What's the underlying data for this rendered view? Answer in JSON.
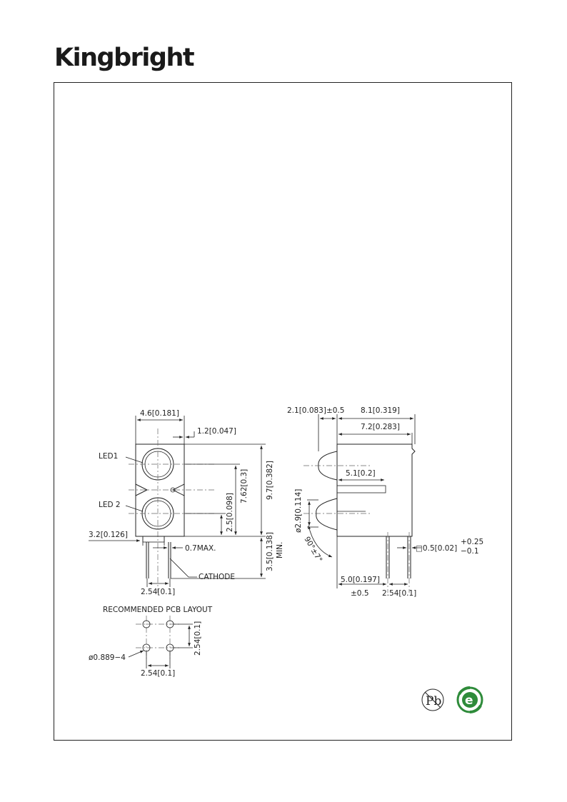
{
  "brand": "Kingbright",
  "front_view": {
    "led1_label": "LED1",
    "led2_label": "LED 2",
    "dims": {
      "width": "4.6[0.181]",
      "offset": "1.2[0.047]",
      "height": "9.7[0.382]",
      "led1_center": "7.62[0.3]",
      "led2_center": "2.5[0.098]",
      "lead_width": "3.2[0.126]",
      "lead_max": "0.7MAX.",
      "lead_length": "3.5[0.138]",
      "lead_length_note": "MIN.",
      "cathode": "CATHODE",
      "pitch": "2.54[0.1]"
    }
  },
  "side_view": {
    "dims": {
      "dome_offset": "2.1[0.083]±0.5",
      "total_length": "8.1[0.319]",
      "body_length": "7.2[0.283]",
      "lens_depth": "5.1[0.2]",
      "lens_dia": "ø2.9[0.114]",
      "angle": "90°±7°",
      "lead_square": "□0.5[0.02]",
      "tol_plus": "+0.25",
      "tol_minus": "−0.1",
      "lead_offset": "5.0[0.197]",
      "lead_offset_tol": "±0.5",
      "lead_pitch": "2.54[0.1]"
    }
  },
  "pcb_layout": {
    "title": "RECOMMENDED PCB LAYOUT",
    "hole": "ø0.889−4",
    "pitch_v": "2.54[0.1]",
    "pitch_h": "2.54[0.1]"
  },
  "badges": {
    "pb_free": "Pb",
    "rohs": "e"
  }
}
